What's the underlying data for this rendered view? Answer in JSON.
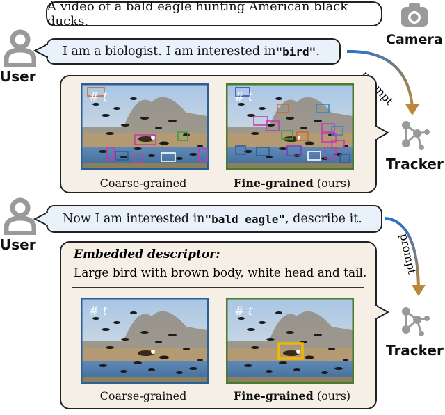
{
  "caption": "A video of a bald eagle hunting American black ducks.",
  "camera_label": "Camera",
  "user_label": "User",
  "tracker_label": "Tracker",
  "prompt_label": "prompt",
  "turn1": {
    "prefix": "I am a biologist. I am interested in ",
    "target": "\"bird\"",
    "suffix": "."
  },
  "turn2": {
    "prefix": "Now I am interested in ",
    "target": "\"bald eagle\"",
    "suffix": ", describe it."
  },
  "frame_label": "# t",
  "coarse_label": "Coarse-grained",
  "fine_label": "Fine-grained",
  "ours_label": " (ours)",
  "descriptor_title": "Embedded descriptor:",
  "descriptor_text": "Large bird with brown body, white head and tail.",
  "colors": {
    "coarse_frame": "#2b5f95",
    "fine_frame": "#4a7a2c",
    "arrow_top": "#2b6fd0",
    "arrow_bottom": "#b8893a",
    "eagle_box": "#f2b800"
  }
}
